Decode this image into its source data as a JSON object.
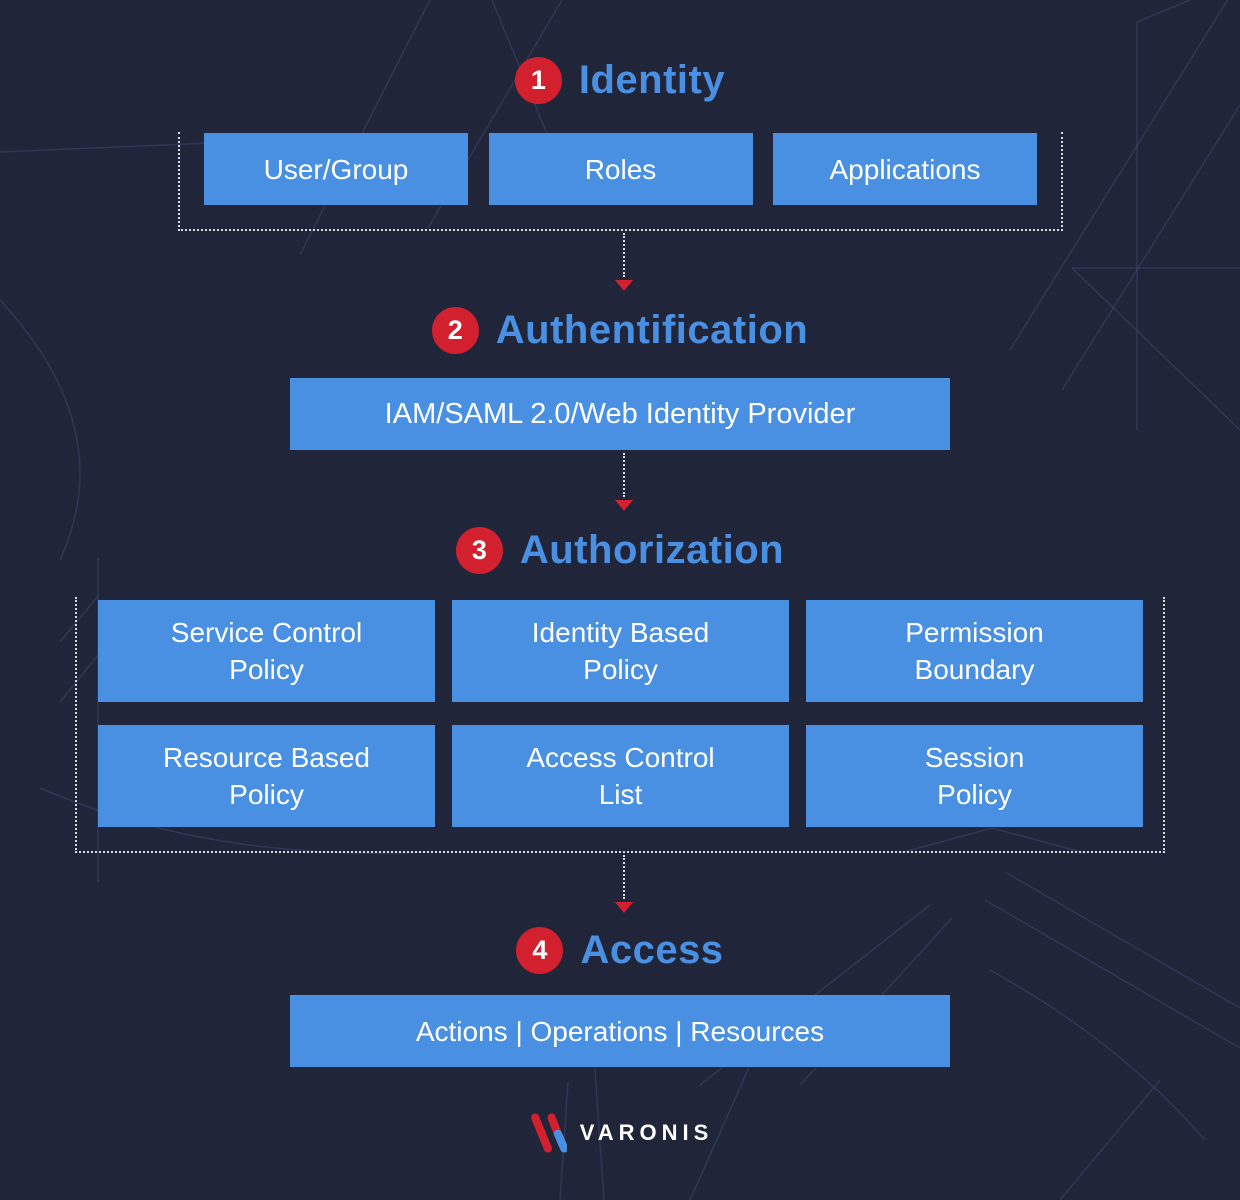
{
  "colors": {
    "background": "#21253a",
    "box_blue": "#4a90e2",
    "heading_blue": "#4a90e2",
    "badge_red": "#d2202f",
    "box_text": "#ffffff",
    "dotted_border": "#d6dae0",
    "pattern_line": "#3f4870"
  },
  "sections": {
    "identity": {
      "number": "1",
      "title": "Identity",
      "boxes": [
        {
          "label": "User/Group"
        },
        {
          "label": "Roles"
        },
        {
          "label": "Applications"
        }
      ]
    },
    "authentication": {
      "number": "2",
      "title": "Authentification",
      "box_label": "IAM/SAML 2.0/Web Identity Provider"
    },
    "authorization": {
      "number": "3",
      "title": "Authorization",
      "boxes": [
        {
          "label": "Service Control\nPolicy"
        },
        {
          "label": "Identity Based\nPolicy"
        },
        {
          "label": "Permission\nBoundary"
        },
        {
          "label": "Resource Based\nPolicy"
        },
        {
          "label": "Access Control\nList"
        },
        {
          "label": "Session\nPolicy"
        }
      ]
    },
    "access": {
      "number": "4",
      "title": "Access",
      "box_label": "Actions | Operations | Resources"
    }
  },
  "footer": {
    "brand": "VARONIS"
  }
}
